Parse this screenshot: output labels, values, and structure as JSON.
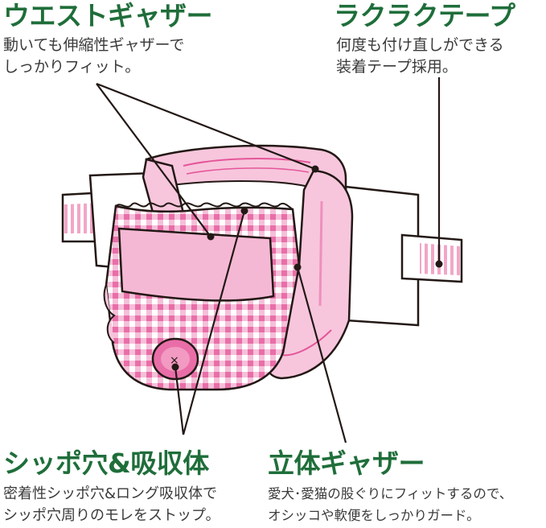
{
  "callouts": {
    "waist_gather": {
      "title": "ウエストギャザー",
      "lines": [
        "動いても伸縮性ギャザーで",
        "しっかりフィット。"
      ]
    },
    "easy_tape": {
      "title": "ラクラクテープ",
      "lines": [
        "何度も付け直しができる",
        "装着テープ採用。"
      ]
    },
    "tail_hole": {
      "title": "シッポ穴&吸収体",
      "lines": [
        "密着性シッポ穴&ロング吸収体で",
        "シッポ穴周りのモレをストップ。"
      ]
    },
    "leg_gather": {
      "title": "立体ギャザー",
      "lines": [
        "愛犬･愛猫の股ぐりにフィットするので、",
        "オシッコや軟便をしっかりガード。"
      ]
    }
  },
  "colors": {
    "title_green": "#1f6e3a",
    "text_gray": "#3a3a3a",
    "pink_light": "#f7c6dc",
    "pink_mid": "#ee8fbd",
    "pink_strong": "#e4569a",
    "outline": "#231815"
  },
  "illustration": {
    "subject": "pet diaper with tail hole",
    "tail_hole_marker": "×"
  }
}
